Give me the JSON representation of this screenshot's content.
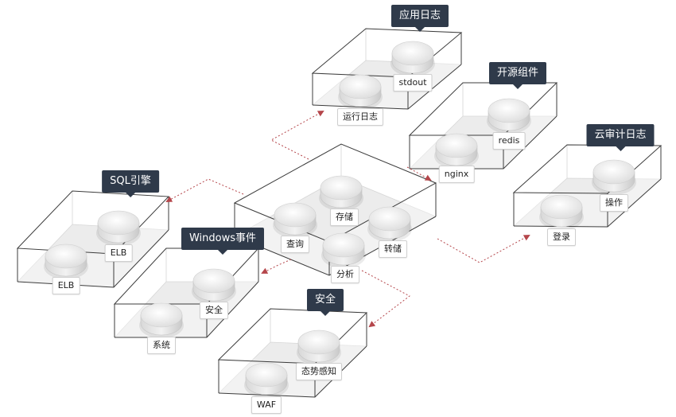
{
  "groups": {
    "app_log": {
      "title": "应用日志",
      "nodes": [
        "运行日志",
        "stdout"
      ]
    },
    "open_source": {
      "title": "开源组件",
      "nodes": [
        "nginx",
        "redis"
      ]
    },
    "cloud_audit": {
      "title": "云审计日志",
      "nodes": [
        "登录",
        "操作"
      ]
    },
    "sql": {
      "title": "SQL引擎",
      "nodes": [
        "ELB",
        "ELB"
      ]
    },
    "windows": {
      "title": "Windows事件",
      "nodes": [
        "系统",
        "安全"
      ]
    },
    "security": {
      "title": "安全",
      "nodes": [
        "WAF",
        "态势感知"
      ]
    },
    "core": {
      "nodes": [
        "查询",
        "存储",
        "转储",
        "分析"
      ]
    }
  },
  "colors": {
    "connector": "#b5464b",
    "tag_bg": "#2f3a4a",
    "box_line": "#3c3c3c"
  }
}
